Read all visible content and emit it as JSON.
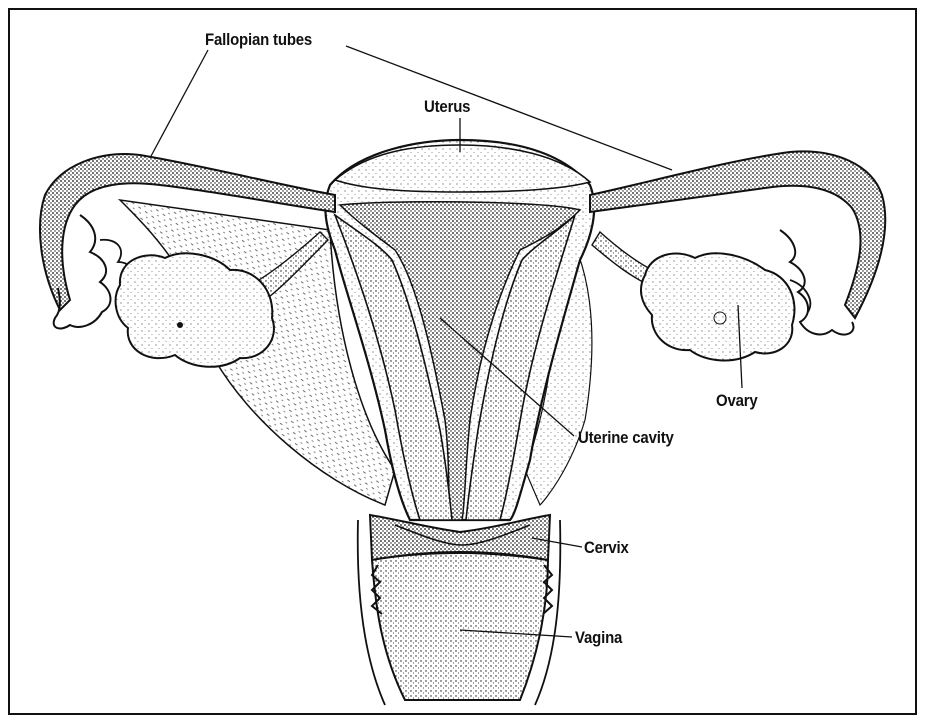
{
  "labels": {
    "fallopian_tubes": "Fallopian tubes",
    "uterus": "Uterus",
    "ovary": "Ovary",
    "uterine_cavity": "Uterine cavity",
    "cervix": "Cervix",
    "vagina": "Vagina"
  },
  "colors": {
    "ink": "#111111",
    "paper": "#ffffff"
  }
}
